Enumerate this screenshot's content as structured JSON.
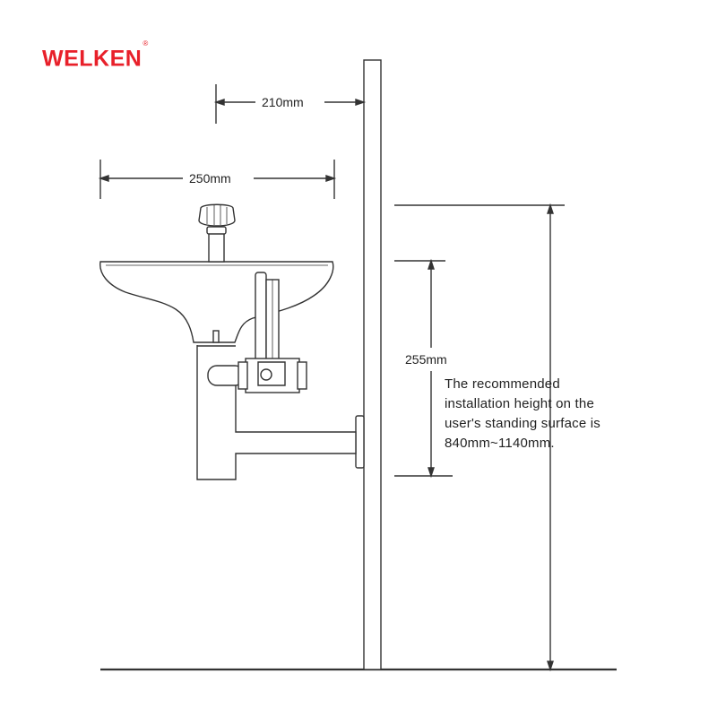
{
  "brand": {
    "name": "WELKEN",
    "mark": "®"
  },
  "dimensions": {
    "wall_offset": "210mm",
    "bowl_width": "250mm",
    "valve_range": "255mm"
  },
  "note": {
    "lines": [
      "The recommended",
      "installation height on the",
      "user's standing surface is",
      "840mm~1140mm."
    ]
  },
  "colors": {
    "brand": "#e8202a",
    "line": "#333333",
    "text": "#222222"
  }
}
